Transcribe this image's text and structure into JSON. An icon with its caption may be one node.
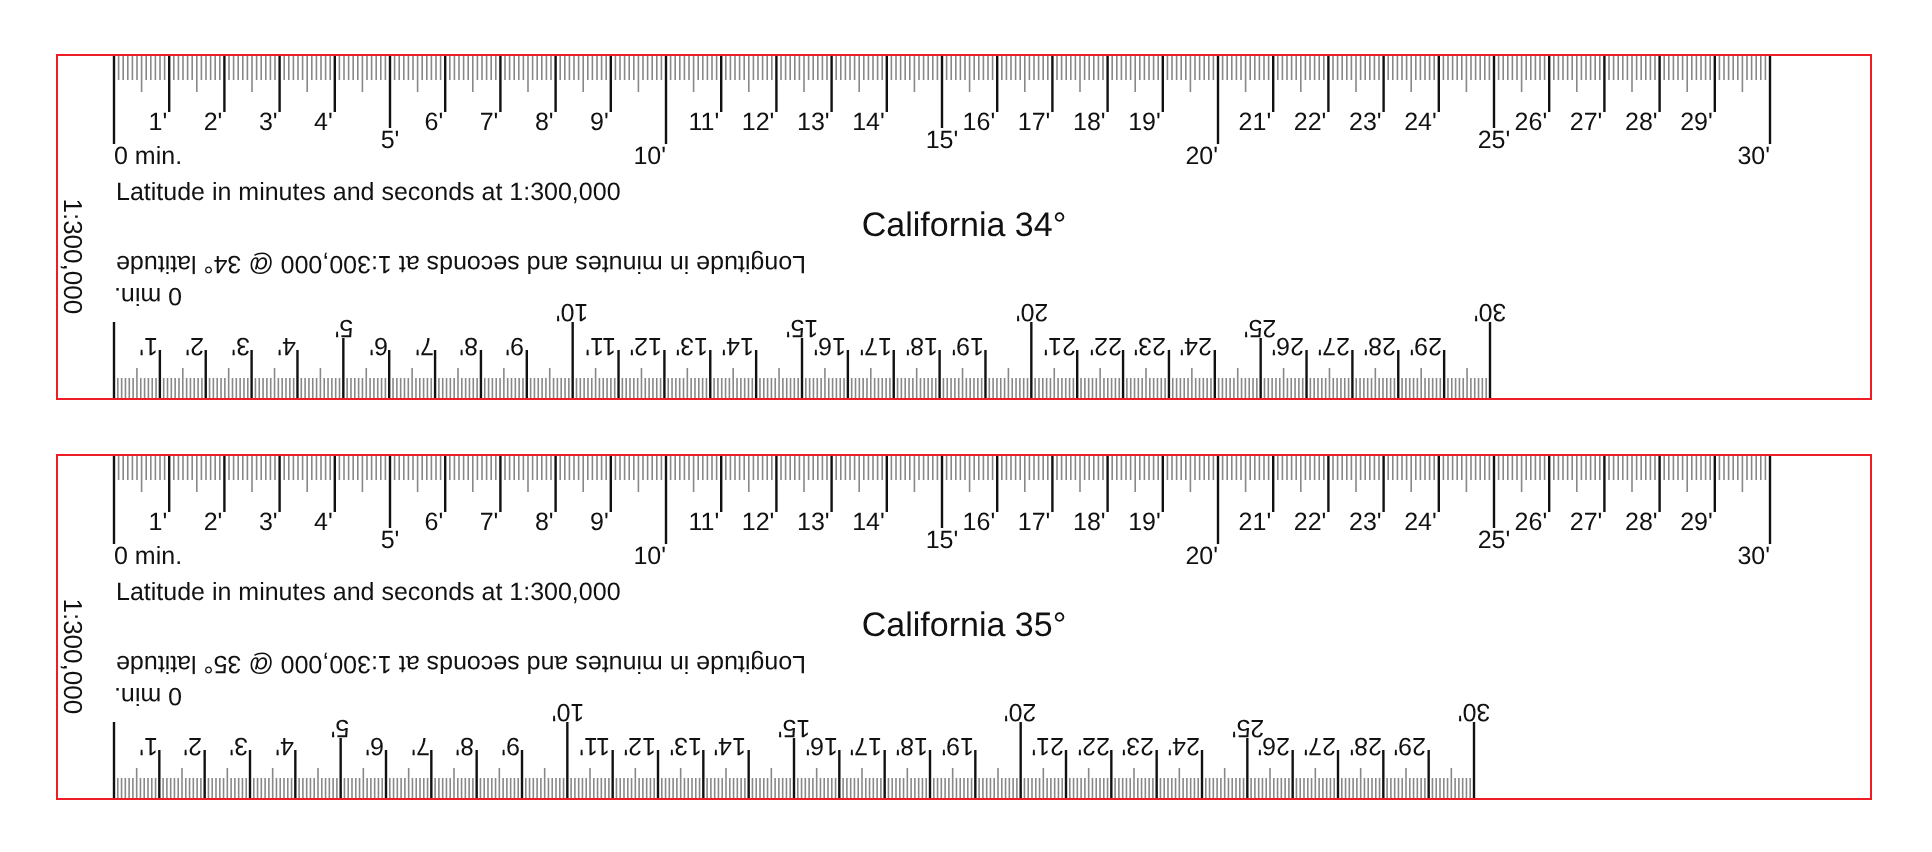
{
  "diagram": {
    "nodes": [
      {
        "text": [
          "California 34°",
          "Latitude in minutes and seconds at 1:300,000",
          "Longitude in minutes and seconds at 1:300,000 @ 34° latitude",
          "1:300,000"
        ]
      },
      {
        "text": [
          "California 35°",
          "Latitude in minutes and seconds at 1:300,000",
          "Longitude in minutes and seconds at 1:300,000 @ 35° latitude",
          "1:300,000"
        ]
      }
    ],
    "labels": [
      "0 min.",
      "1'",
      "2'",
      "3'",
      "4'",
      "5'",
      "6'",
      "7'",
      "8'",
      "9'",
      "10'",
      "11'",
      "12'",
      "13'",
      "14'",
      "15'",
      "16'",
      "17'",
      "18'",
      "19'",
      "20'",
      "21'",
      "22'",
      "23'",
      "24'",
      "25'",
      "26'",
      "27'",
      "28'",
      "29'",
      "30'",
      "0 min.",
      "1'",
      "2'",
      "3'",
      "4'",
      "5'",
      "6'",
      "7'",
      "8'",
      "9'",
      "10'",
      "11'",
      "12'",
      "13'",
      "14'",
      "15'",
      "16'",
      "17'",
      "18'",
      "19'",
      "20'",
      "21'",
      "22'",
      "23'",
      "24'",
      "25'",
      "26'",
      "27'",
      "28'",
      "29'",
      "30'",
      "0 min.",
      "1'",
      "2'",
      "3'",
      "4'",
      "5'",
      "6'",
      "7'",
      "8'",
      "9'",
      "10'",
      "11'",
      "12'",
      "13'",
      "14'",
      "15'",
      "16'",
      "17'",
      "18'",
      "19'",
      "20'",
      "21'",
      "22'",
      "23'",
      "24'",
      "25'",
      "26'",
      "27'",
      "28'",
      "29'",
      "30'",
      "0 min.",
      "1'",
      "2'",
      "3'",
      "4'",
      "5'",
      "6'",
      "7'",
      "8'",
      "9'",
      "10'",
      "11'",
      "12'",
      "13'",
      "14'",
      "15'",
      "16'",
      "17'",
      "18'",
      "19'",
      "20'",
      "21'",
      "22'",
      "23'",
      "24'",
      "25'",
      "26'",
      "27'",
      "28'",
      "29'",
      "30'"
    ]
  }
}
